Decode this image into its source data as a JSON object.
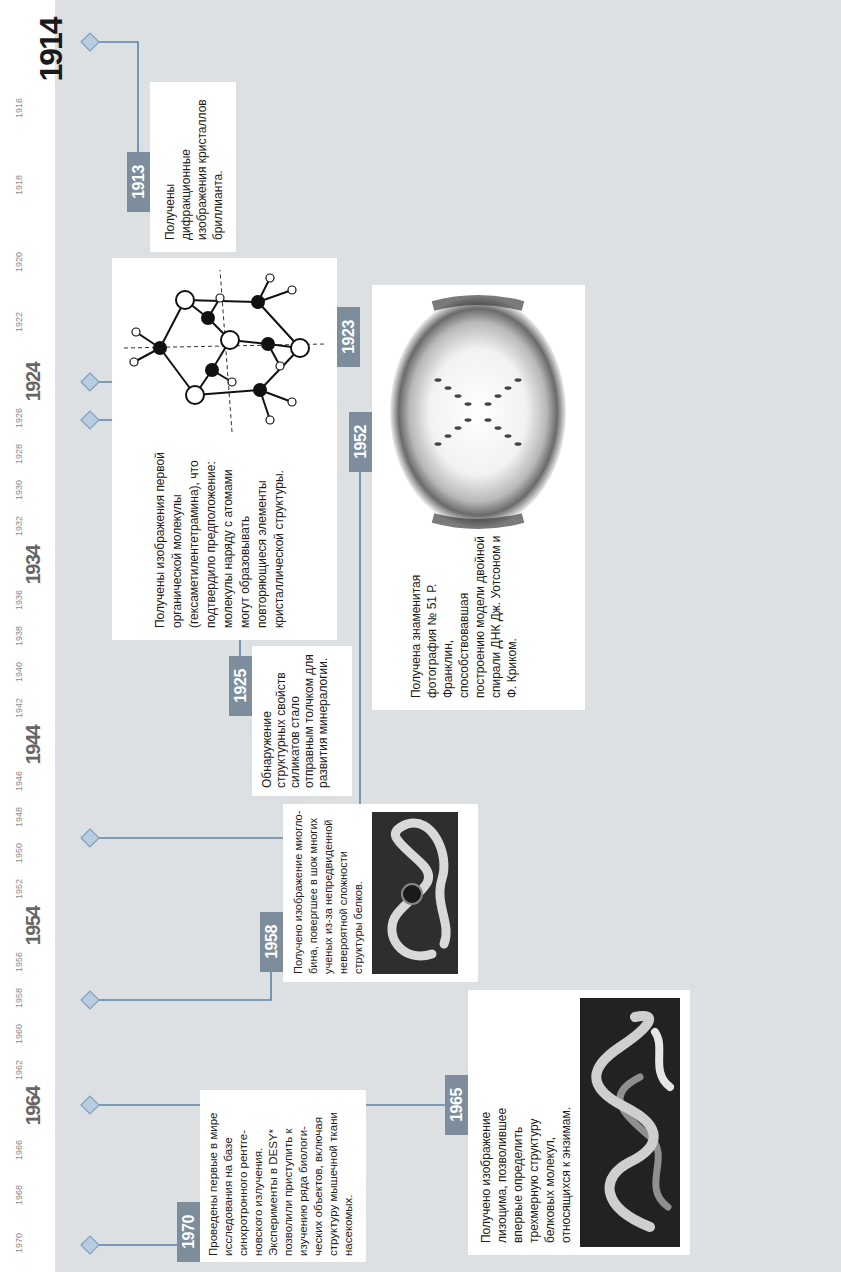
{
  "diagram": {
    "nodes": [
      {
        "text": [
          "1913",
          "Получены дифракционные изображения кристаллов бриллианта."
        ]
      },
      {
        "text": [
          "1923",
          "Получены изображения первой органической молекулы (гексаметилентетрамина), что подтвердило предположение: молекулы наряду с атомами могут образовывать повторяющиеся элементы кристаллической структуры."
        ]
      },
      {
        "text": [
          "1925",
          "Обнаружение структурных свойств силикатов стало отправным толчком для развития минералогии."
        ]
      },
      {
        "text": [
          "1952",
          "Получена знаменитая фотография № 51 Р. Франклин, способствовавшая построению модели двойной спирали ДНК Дж. Уотсоном и Ф. Криком."
        ]
      },
      {
        "text": [
          "1958",
          "Получено изображение миогло- бина, повергшее в шок многих ученых из-за непредвиденной невероятной сложности структуры белков."
        ]
      },
      {
        "text": [
          "1965",
          "Получено изображение лизоцима, позволившее впервые определить трехмерную структуру белковых молекул, относящихся к энзимам."
        ]
      },
      {
        "text": [
          "1970",
          "Проведены первые в мире исследования на базе синхротронного рентге- новского излучения. Эксперименты в DESY* позволили приступить к изучению ряда биологи- ческих объектов, включая структуру мышечной ткани насекомых."
        ]
      }
    ],
    "labels": [
      "1914",
      "1916",
      "1918",
      "1920",
      "1922",
      "1924",
      "1926",
      "1928",
      "1930",
      "1932",
      "1934",
      "1936",
      "1938",
      "1940",
      "1942",
      "1944",
      "1946",
      "1948",
      "1950",
      "1952",
      "1954",
      "1956",
      "1958",
      "1960",
      "1962",
      "1964",
      "1966",
      "1968",
      "1970"
    ]
  }
}
